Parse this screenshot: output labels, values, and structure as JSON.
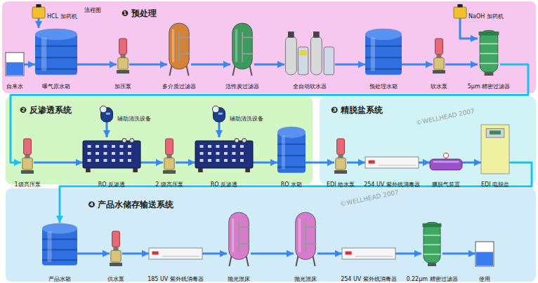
{
  "diagram": {
    "nodes": [
      {
        "text": [
          "❶ 预处理"
        ]
      },
      {
        "text": [
          "自来水"
        ],
        "in": 0
      },
      {
        "text": [
          "HCL 加药机"
        ],
        "in": 0
      },
      {
        "text": [
          "曝气原水箱"
        ],
        "in": 0
      },
      {
        "text": [
          "加压泵"
        ],
        "in": 0
      },
      {
        "text": [
          "多介质过滤器"
        ],
        "in": 0
      },
      {
        "text": [
          "活性炭过滤器"
        ],
        "in": 0
      },
      {
        "text": [
          "全自动软水器"
        ],
        "in": 0
      },
      {
        "text": [
          "预处理水箱"
        ],
        "in": 0
      },
      {
        "text": [
          "软水泵"
        ],
        "in": 0
      },
      {
        "text": [
          "NaOH 加药机"
        ],
        "in": 0
      },
      {
        "text": [
          "5μm 精密过滤器"
        ],
        "in": 0
      },
      {
        "text": [
          "❷ 反渗透系统"
        ]
      },
      {
        "text": [
          "1级高压泵"
        ],
        "in": 12
      },
      {
        "text": [
          "辅助清洗设备"
        ],
        "in": 12
      },
      {
        "text": [
          "RO 反渗透"
        ],
        "in": 12
      },
      {
        "text": [
          "2 级高压泵"
        ],
        "in": 12
      },
      {
        "text": [
          "辅助清洗设备"
        ],
        "in": 12
      },
      {
        "text": [
          "RO 反渗透"
        ],
        "in": 12
      },
      {
        "text": [
          "RO 水箱"
        ],
        "in": 12
      },
      {
        "text": [
          "❸ 精脱盐系统"
        ]
      },
      {
        "text": [
          "EDI 给水泵"
        ],
        "in": 20
      },
      {
        "text": [
          "254 UV 紫外线消毒器"
        ],
        "in": 20
      },
      {
        "text": [
          "膜脱气装置"
        ],
        "in": 20
      },
      {
        "text": [
          "EDI 电脱盐"
        ],
        "in": 20
      },
      {
        "text": [
          "❹ 产品水储存输送系统"
        ]
      },
      {
        "text": [
          "产品水箱"
        ],
        "in": 25
      },
      {
        "text": [
          "供水泵"
        ],
        "in": 25
      },
      {
        "text": [
          "185 UV 紫外线消毒器"
        ],
        "in": 25
      },
      {
        "text": [
          "抛光混床"
        ],
        "in": 25
      },
      {
        "text": [
          "抛光混床"
        ],
        "in": 25
      },
      {
        "text": [
          "254 UV 紫外线消毒器"
        ],
        "in": 25
      },
      {
        "text": [
          "0.22μm 精密过滤器"
        ],
        "in": 25
      },
      {
        "text": [
          "使用"
        ],
        "in": 25
      }
    ],
    "edges": [
      {
        "from": 1,
        "to": 3,
        "arrow": "to"
      },
      {
        "from": 2,
        "to": 3,
        "arrow": "to"
      },
      {
        "from": 3,
        "to": 4,
        "arrow": "to"
      },
      {
        "from": 4,
        "to": 5,
        "arrow": "to"
      },
      {
        "from": 5,
        "to": 6,
        "arrow": "to"
      },
      {
        "from": 6,
        "to": 7,
        "arrow": "to"
      },
      {
        "from": 7,
        "to": 8,
        "arrow": "to"
      },
      {
        "from": 8,
        "to": 9,
        "arrow": "to"
      },
      {
        "from": 9,
        "to": 11,
        "arrow": "to"
      },
      {
        "from": 10,
        "to": 11,
        "arrow": "to"
      },
      {
        "from": 11,
        "to": 13,
        "arrow": "to"
      },
      {
        "from": 13,
        "to": 15,
        "arrow": "to"
      },
      {
        "from": 14,
        "to": 15,
        "arrow": "to"
      },
      {
        "from": 15,
        "to": 16,
        "arrow": "to"
      },
      {
        "from": 16,
        "to": 18,
        "arrow": "to"
      },
      {
        "from": 17,
        "to": 18,
        "arrow": "to"
      },
      {
        "from": 18,
        "to": 19,
        "arrow": "to"
      },
      {
        "from": 19,
        "to": 21,
        "arrow": "to"
      },
      {
        "from": 21,
        "to": 22,
        "arrow": "to"
      },
      {
        "from": 22,
        "to": 23,
        "arrow": "to"
      },
      {
        "from": 23,
        "to": 24,
        "arrow": "to"
      },
      {
        "from": 24,
        "to": 26,
        "arrow": "to"
      },
      {
        "from": 26,
        "to": 27,
        "arrow": "to"
      },
      {
        "from": 27,
        "to": 28,
        "arrow": "to"
      },
      {
        "from": 28,
        "to": 29,
        "arrow": "to"
      },
      {
        "from": 29,
        "to": 30,
        "arrow": "to"
      },
      {
        "from": 30,
        "to": 31,
        "arrow": "to"
      },
      {
        "from": 31,
        "to": 32,
        "arrow": "to"
      },
      {
        "from": 32,
        "to": 33,
        "arrow": "to"
      }
    ],
    "labels": [
      "流程图",
      "©WELLHEAD 2007",
      "©WELLHEAD 2007"
    ]
  }
}
